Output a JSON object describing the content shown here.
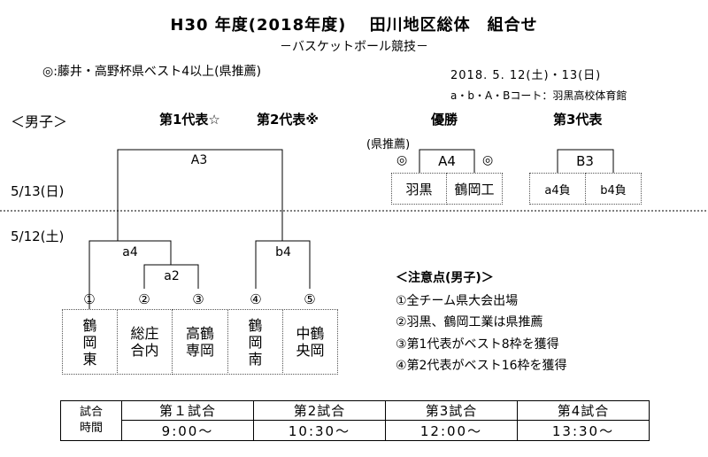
{
  "header": {
    "title": "H30 年度(2018年度)　 田川地区総体　組合せ",
    "subtitle": "－バスケットボール競技－",
    "note": "◎:藤井・高野杯県ベスト4以上(県推薦)",
    "date": "2018. 5. 12(土)・13(日)",
    "venue": "a・b・A・Bコート：羽黒高校体育館"
  },
  "section_label": "＜男子＞",
  "representatives": {
    "first": "第1代表☆",
    "second": "第2代表※",
    "champion": "優勝",
    "champion_note": "(県推薦)",
    "third": "第3代表"
  },
  "days": {
    "day2": "5/13(日)",
    "day1": "5/12(土)"
  },
  "games": {
    "A3": "A3",
    "a4": "a4",
    "a2": "a2",
    "b4": "b4",
    "A4": "A4",
    "B3": "B3"
  },
  "bracket_numbers": [
    "①",
    "②",
    "③",
    "④",
    "⑤"
  ],
  "teams": [
    {
      "lines": [
        "鶴",
        "岡",
        "東"
      ]
    },
    {
      "lines": [
        "総庄",
        "合内"
      ]
    },
    {
      "lines": [
        "高鶴",
        "専岡"
      ]
    },
    {
      "lines": [
        "鶴",
        "岡",
        "南"
      ]
    },
    {
      "lines": [
        "中鶴",
        "央岡"
      ]
    }
  ],
  "final": {
    "mark_left": "◎",
    "mark_right": "◎",
    "team_left": "羽黒",
    "team_right": "鶴岡工"
  },
  "third_place": {
    "left": "a4負",
    "right": "b4負"
  },
  "notes": {
    "title": "＜注意点(男子)＞",
    "items": [
      "①全チーム県大会出場",
      "②羽黒、鶴岡工業は県推薦",
      "③第1代表がベスト8枠を獲得",
      "④第2代表がベスト16枠を獲得"
    ]
  },
  "schedule": {
    "head_line1": "試合",
    "head_line2": "時間",
    "games": [
      "第１試合",
      "第2試合",
      "第3試合",
      "第4試合"
    ],
    "times": [
      "9:00～",
      "10:30～",
      "12:00～",
      "13:30～"
    ]
  }
}
